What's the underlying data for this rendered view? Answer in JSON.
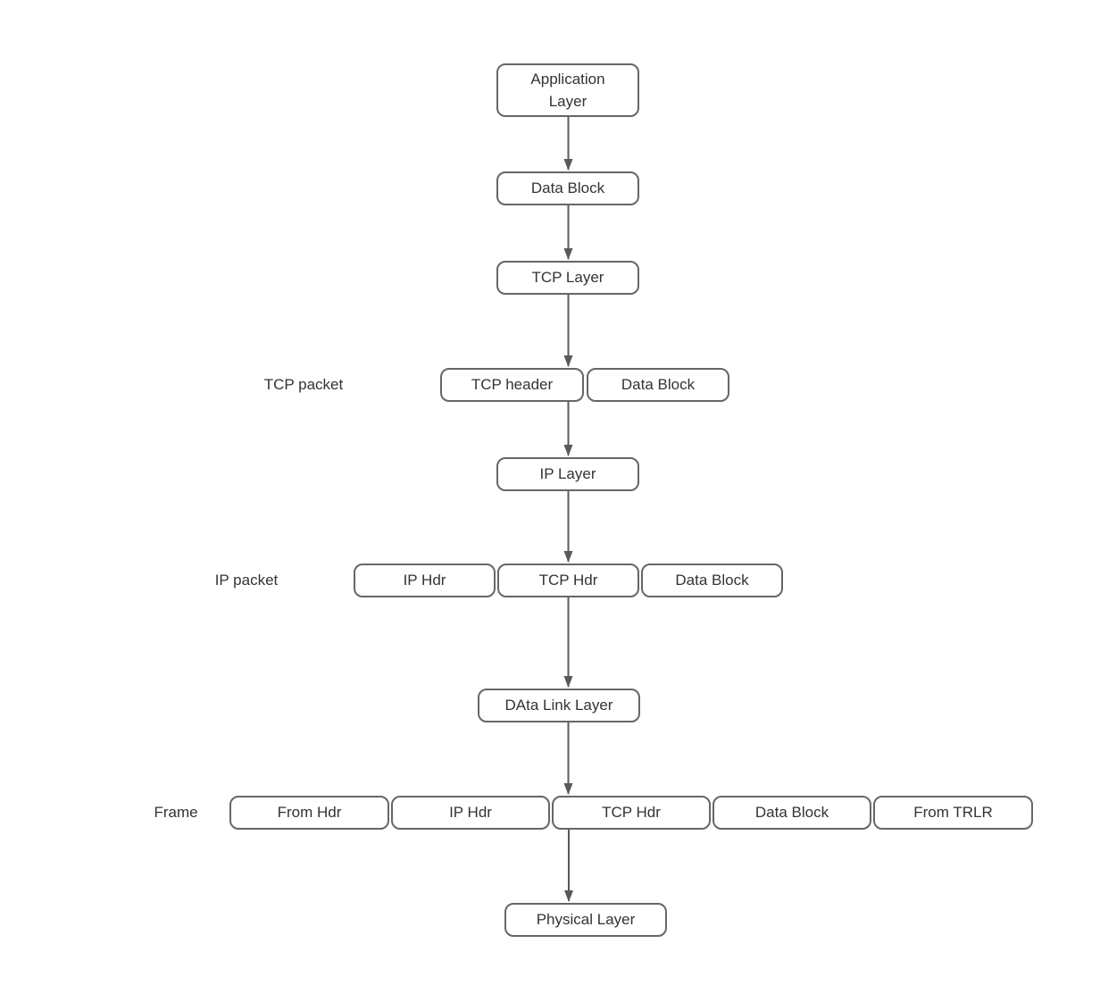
{
  "diagram": {
    "description": "TCP/IP data encapsulation flow diagram",
    "colors": {
      "background": "#ffffff",
      "box_fill": "#ffffff",
      "box_border": "#666666",
      "text": "#333333",
      "arrow": "#595959"
    },
    "nodes": {
      "application_layer": "Application\nLayer",
      "data_block_1": "Data Block",
      "tcp_layer": "TCP Layer",
      "tcp_header": "TCP header",
      "data_block_2": "Data Block",
      "ip_layer": "IP Layer",
      "ip_hdr": "IP Hdr",
      "tcp_hdr": "TCP Hdr",
      "data_block_3": "Data Block",
      "data_link_layer": "DAta Link Layer",
      "from_hdr": "From Hdr",
      "ip_hdr_frame": "IP Hdr",
      "tcp_hdr_frame": "TCP Hdr",
      "data_block_4": "Data Block",
      "from_trlr": "From TRLR",
      "physical_layer": "Physical Layer"
    },
    "row_labels": {
      "tcp_packet": "TCP packet",
      "ip_packet": "IP packet",
      "frame": "Frame"
    }
  }
}
